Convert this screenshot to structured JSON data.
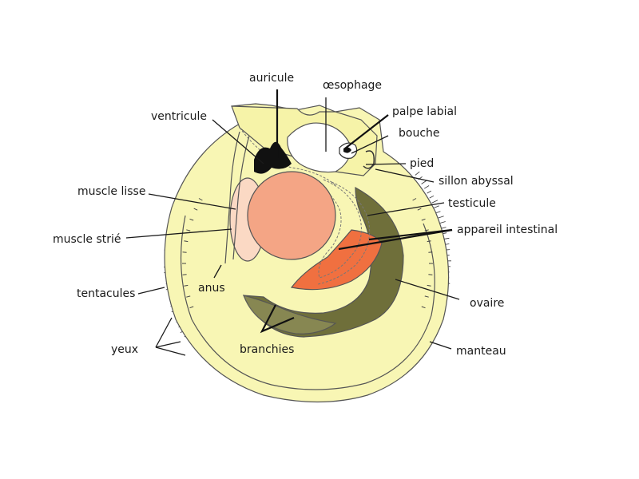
{
  "diagram": {
    "labels": {
      "auricule": "auricule",
      "oesophage": "œsophage",
      "ventricule": "ventricule",
      "palpe_labial": "palpe labial",
      "bouche": "bouche",
      "pied": "pied",
      "sillon_abyssal": "sillon abyssal",
      "muscle_lisse": "muscle lisse",
      "testicule": "testicule",
      "appareil_intestinal": "appareil intestinal",
      "muscle_strie": "muscle strié",
      "anus": "anus",
      "tentacules": "tentacules",
      "ovaire": "ovaire",
      "yeux": "yeux",
      "branchies": "branchies",
      "manteau": "manteau"
    },
    "colors": {
      "shell": "#f8f6b4",
      "inner": "#f6f3a8",
      "ovary": "#6f6f3a",
      "testis": "#f07040",
      "muscle_striated": "#f4a585",
      "muscle_smooth": "#fbd9c4",
      "heart": "#111111",
      "gills": "#8a8a55"
    }
  }
}
